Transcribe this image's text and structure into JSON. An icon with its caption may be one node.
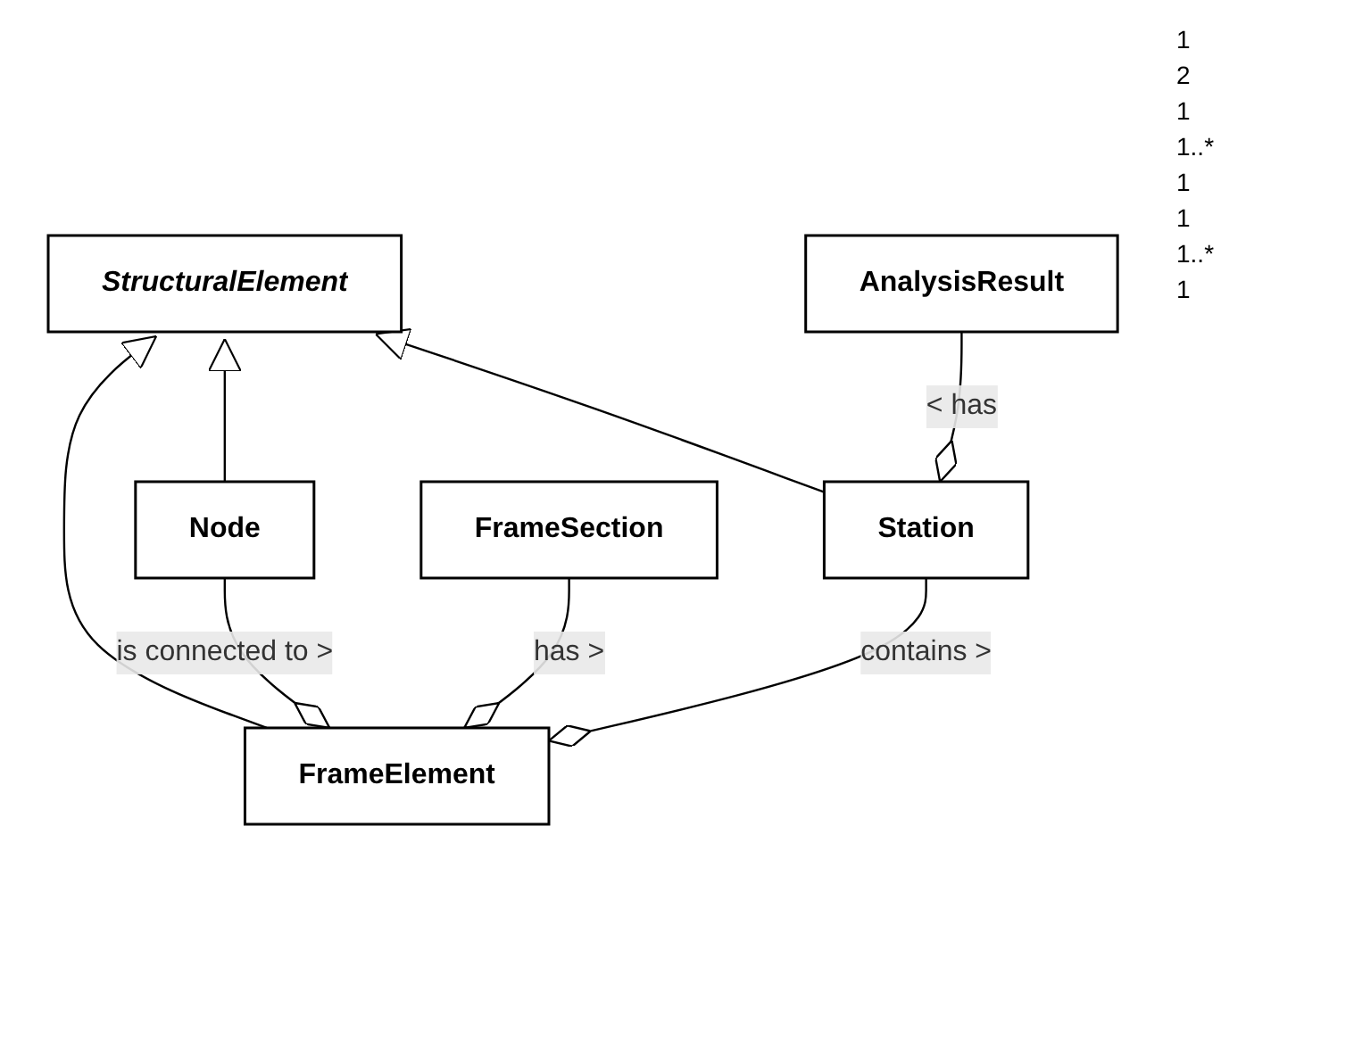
{
  "diagram": {
    "nodes": [
      {
        "text": [
          "StructuralElement"
        ]
      },
      {
        "text": [
          "FrameElement"
        ]
      },
      {
        "text": [
          "Node"
        ]
      },
      {
        "text": [
          "Station"
        ]
      },
      {
        "text": [
          "FrameSection"
        ]
      },
      {
        "text": [
          "AnalysisResult"
        ]
      }
    ],
    "edges": [
      {
        "from": 1,
        "to": 0,
        "arrow": "to"
      },
      {
        "from": 2,
        "to": 0,
        "arrow": "to"
      },
      {
        "from": 3,
        "to": 0,
        "arrow": "to"
      },
      {
        "from": 1,
        "to": 2,
        "arrow": "other",
        "label": "is connected to >"
      },
      {
        "from": 1,
        "to": 3,
        "arrow": "other",
        "label": "contains >"
      },
      {
        "from": 1,
        "to": 4,
        "arrow": "other",
        "label": "has >"
      },
      {
        "from": 3,
        "to": 5,
        "arrow": "other",
        "label": "< has"
      }
    ],
    "labels": [
      "1",
      "2",
      "1",
      "1..*",
      "1",
      "1",
      "1..*",
      "1"
    ]
  }
}
